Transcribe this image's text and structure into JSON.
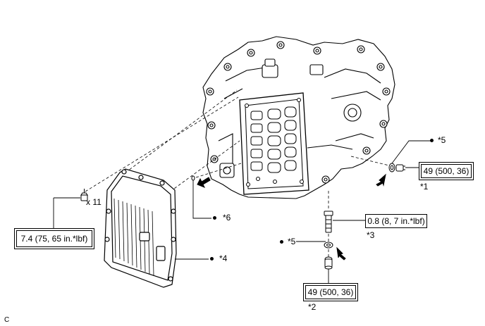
{
  "callouts": {
    "c1": "*1",
    "c2": "*2",
    "c3": "*3",
    "c4": "*4",
    "c5_top": "*5",
    "c5_bottom": "*5",
    "c6": "*6"
  },
  "torque": {
    "drain_plug": "49 (500, 36)",
    "overflow_plug": "49 (500, 36)",
    "refill_plug": "0.8 (8, 7 in.*lbf)",
    "pan_bolts": "7.4 (75, 65 in.*lbf)"
  },
  "quantity": {
    "pan_bolts": "x 11"
  },
  "corner_code": "C",
  "colors": {
    "line": "#000000",
    "background": "#ffffff"
  }
}
